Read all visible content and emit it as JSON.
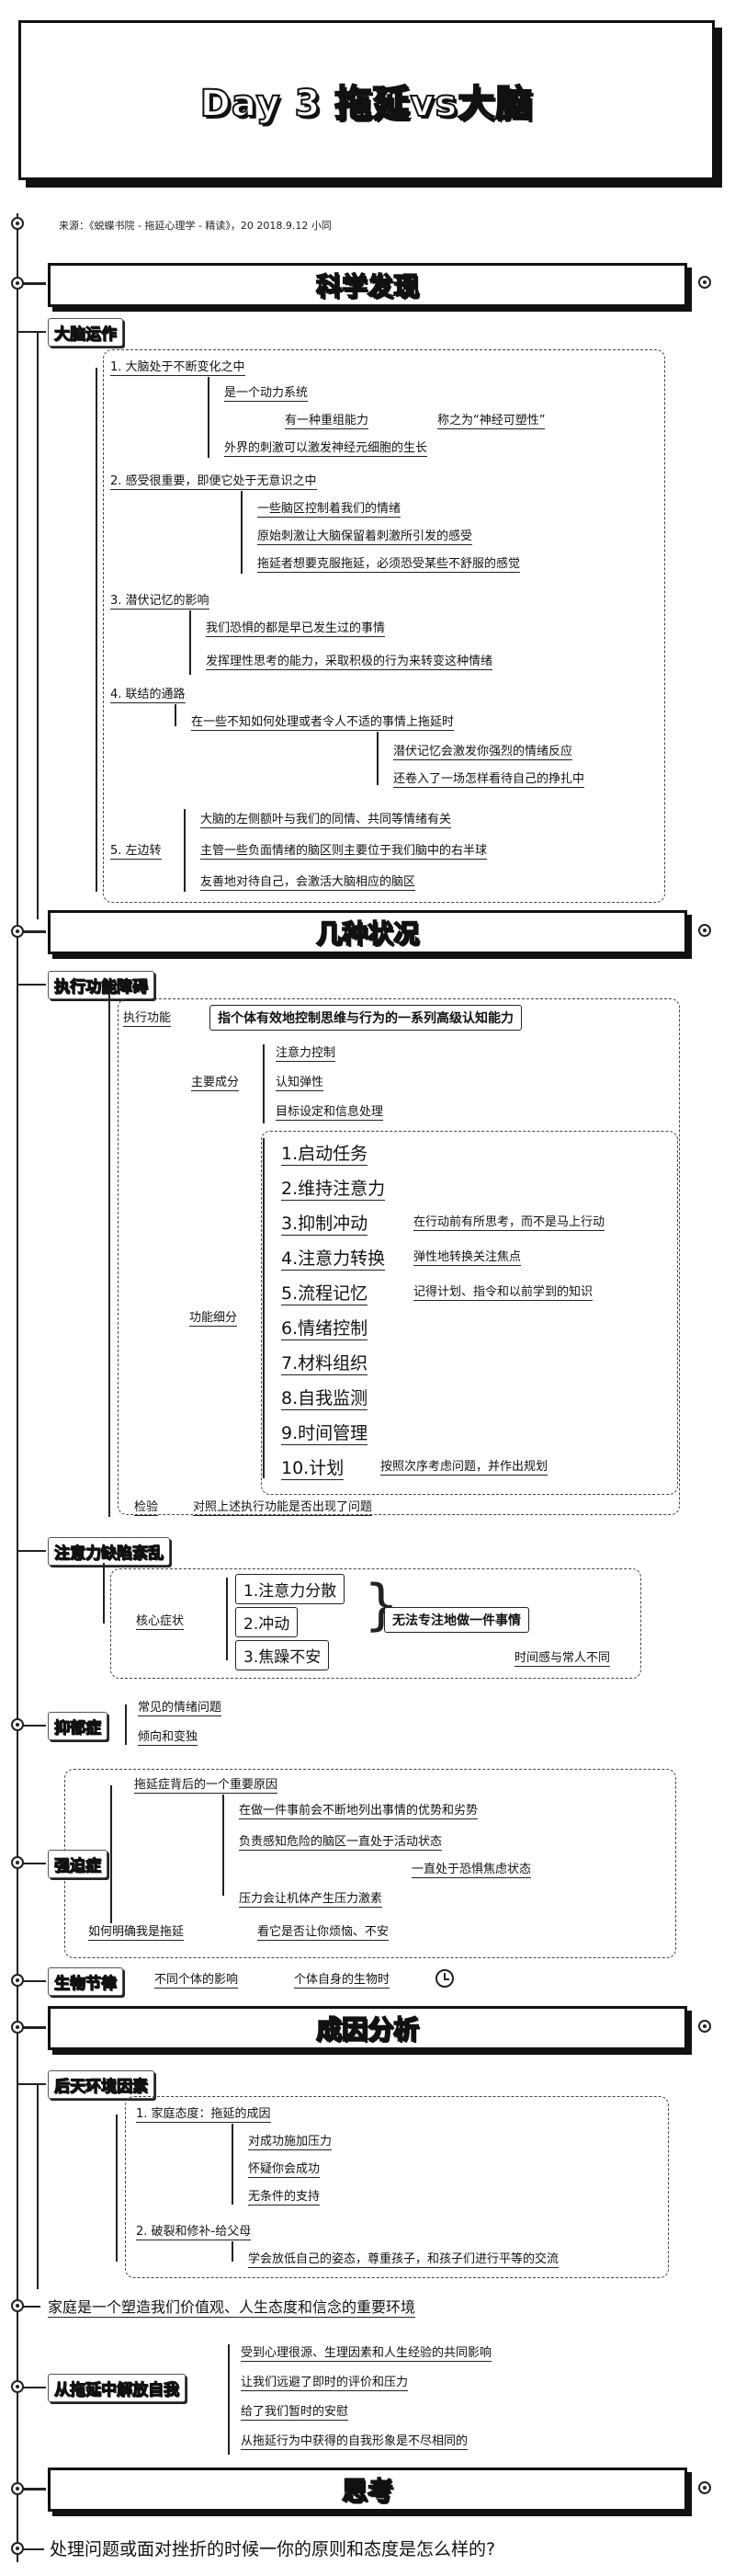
{
  "title": "Day 3 拖延vs大脑",
  "source": "来源：《蜕蝶书院 - 拖延心理学 - 精读》，20 2018.9.12 小同",
  "sections": {
    "s1": "科学发现",
    "s2": "几种状况",
    "s3": "成因分析",
    "s4": "思考"
  },
  "brain": {
    "head": "大脑运作",
    "n1": "1. 大脑处于不断变化之中",
    "n1a": "是一个动力系统",
    "n1b": "有一种重组能力",
    "n1c": "称之为“神经可塑性”",
    "n1d": "外界的刺激可以激发神经元细胞的生长",
    "n2": "2. 感受很重要，即便它处于无意识之中",
    "n2a": "一些脑区控制着我们的情绪",
    "n2b": "原始刺激让大脑保留着刺激所引发的感受",
    "n2c": "拖延者想要克服拖延，必须恐受某些不舒服的感觉",
    "n3": "3. 潜伏记忆的影响",
    "n3a": "我们恐惧的都是早已发生过的事情",
    "n3b": "发挥理性思考的能力，采取积极的行为来转变这种情绪",
    "n4": "4. 联结的通路",
    "n4a": "在一些不知如何处理或者令人不适的事情上拖延时",
    "n4b": "潜伏记忆会激发你强烈的情绪反应",
    "n4c": "还卷入了一场怎样看待自己的挣扎中",
    "n5": "5. 左边转",
    "n5a": "大脑的左侧额叶与我们的同情、共同等情绪有关",
    "n5b": "主管一些负面情绪的脑区则主要位于我们脑中的右半球",
    "n5c": "友善地对待自己，会激活大脑相应的脑区"
  },
  "exec": {
    "head": "执行功能障碍",
    "def_label": "执行功能",
    "def": "指个体有效地控制思维与行为的一系列高级认知能力",
    "main_label": "主要成分",
    "m1": "注意力控制",
    "m2": "认知弹性",
    "m3": "目标设定和信息处理",
    "func_label": "功能细分",
    "f1": "1.启动任务",
    "f2": "2.维持注意力",
    "f3": "3.抑制冲动",
    "f3n": "在行动前有所思考，而不是马上行动",
    "f4": "4.注意力转换",
    "f4n": "弹性地转换关注焦点",
    "f5": "5.流程记忆",
    "f5n": "记得计划、指令和以前学到的知识",
    "f6": "6.情绪控制",
    "f7": "7.材料组织",
    "f8": "8.自我监测",
    "f9": "9.时间管理",
    "f10": "10.计划",
    "f10n": "按照次序考虑问题，并作出规划",
    "check_label": "检验",
    "check": "对照上述执行功能是否出现了问题"
  },
  "add": {
    "head": "注意力缺陷紊乱",
    "core": "核心症状",
    "c1": "1.注意力分散",
    "c2": "2.冲动",
    "c3": "3.焦躁不安",
    "res": "无法专注地做一件事情",
    "res2": "时间感与常人不同"
  },
  "dep": {
    "head": "抑郁症",
    "a": "常见的情绪问题",
    "b": "倾向和变独"
  },
  "ocd": {
    "head": "强迫症",
    "a": "拖延症背后的一个重要原因",
    "b": "在做一件事前会不断地列出事情的优势和劣势",
    "c": "负责感知危险的脑区一直处于活动状态",
    "d": "一直处于恐惧焦虑状态",
    "e": "压力会让机体产生压力激素",
    "f": "如何明确我是拖延",
    "g": "看它是否让你烦恼、不安"
  },
  "bio": {
    "head": "生物节律",
    "a": "不同个体的影响",
    "b": "个体自身的生物时"
  },
  "env": {
    "head": "后天环境因素",
    "n1": "1. 家庭态度：拖延的成因",
    "n1a": "对成功施加压力",
    "n1b": "怀疑你会成功",
    "n1c": "无条件的支持",
    "n2": "2. 破裂和修补-给父母",
    "n2a": "学会放低自己的姿态，尊重孩子，和孩子们进行平等的交流"
  },
  "family": "家庭是一个塑造我们价值观、人生态度和信念的重要环境",
  "free": {
    "head": "从拖延中解放自我",
    "a": "受到心理很源、生理因素和人生经验的共同影响",
    "b": "让我们远避了即时的评价和压力",
    "c": "给了我们暂时的安慰",
    "d": "从拖延行为中获得的自我形象是不尽相同的"
  },
  "question": "处理问题或面对挫折的时候一你的原则和态度是怎么样的?"
}
